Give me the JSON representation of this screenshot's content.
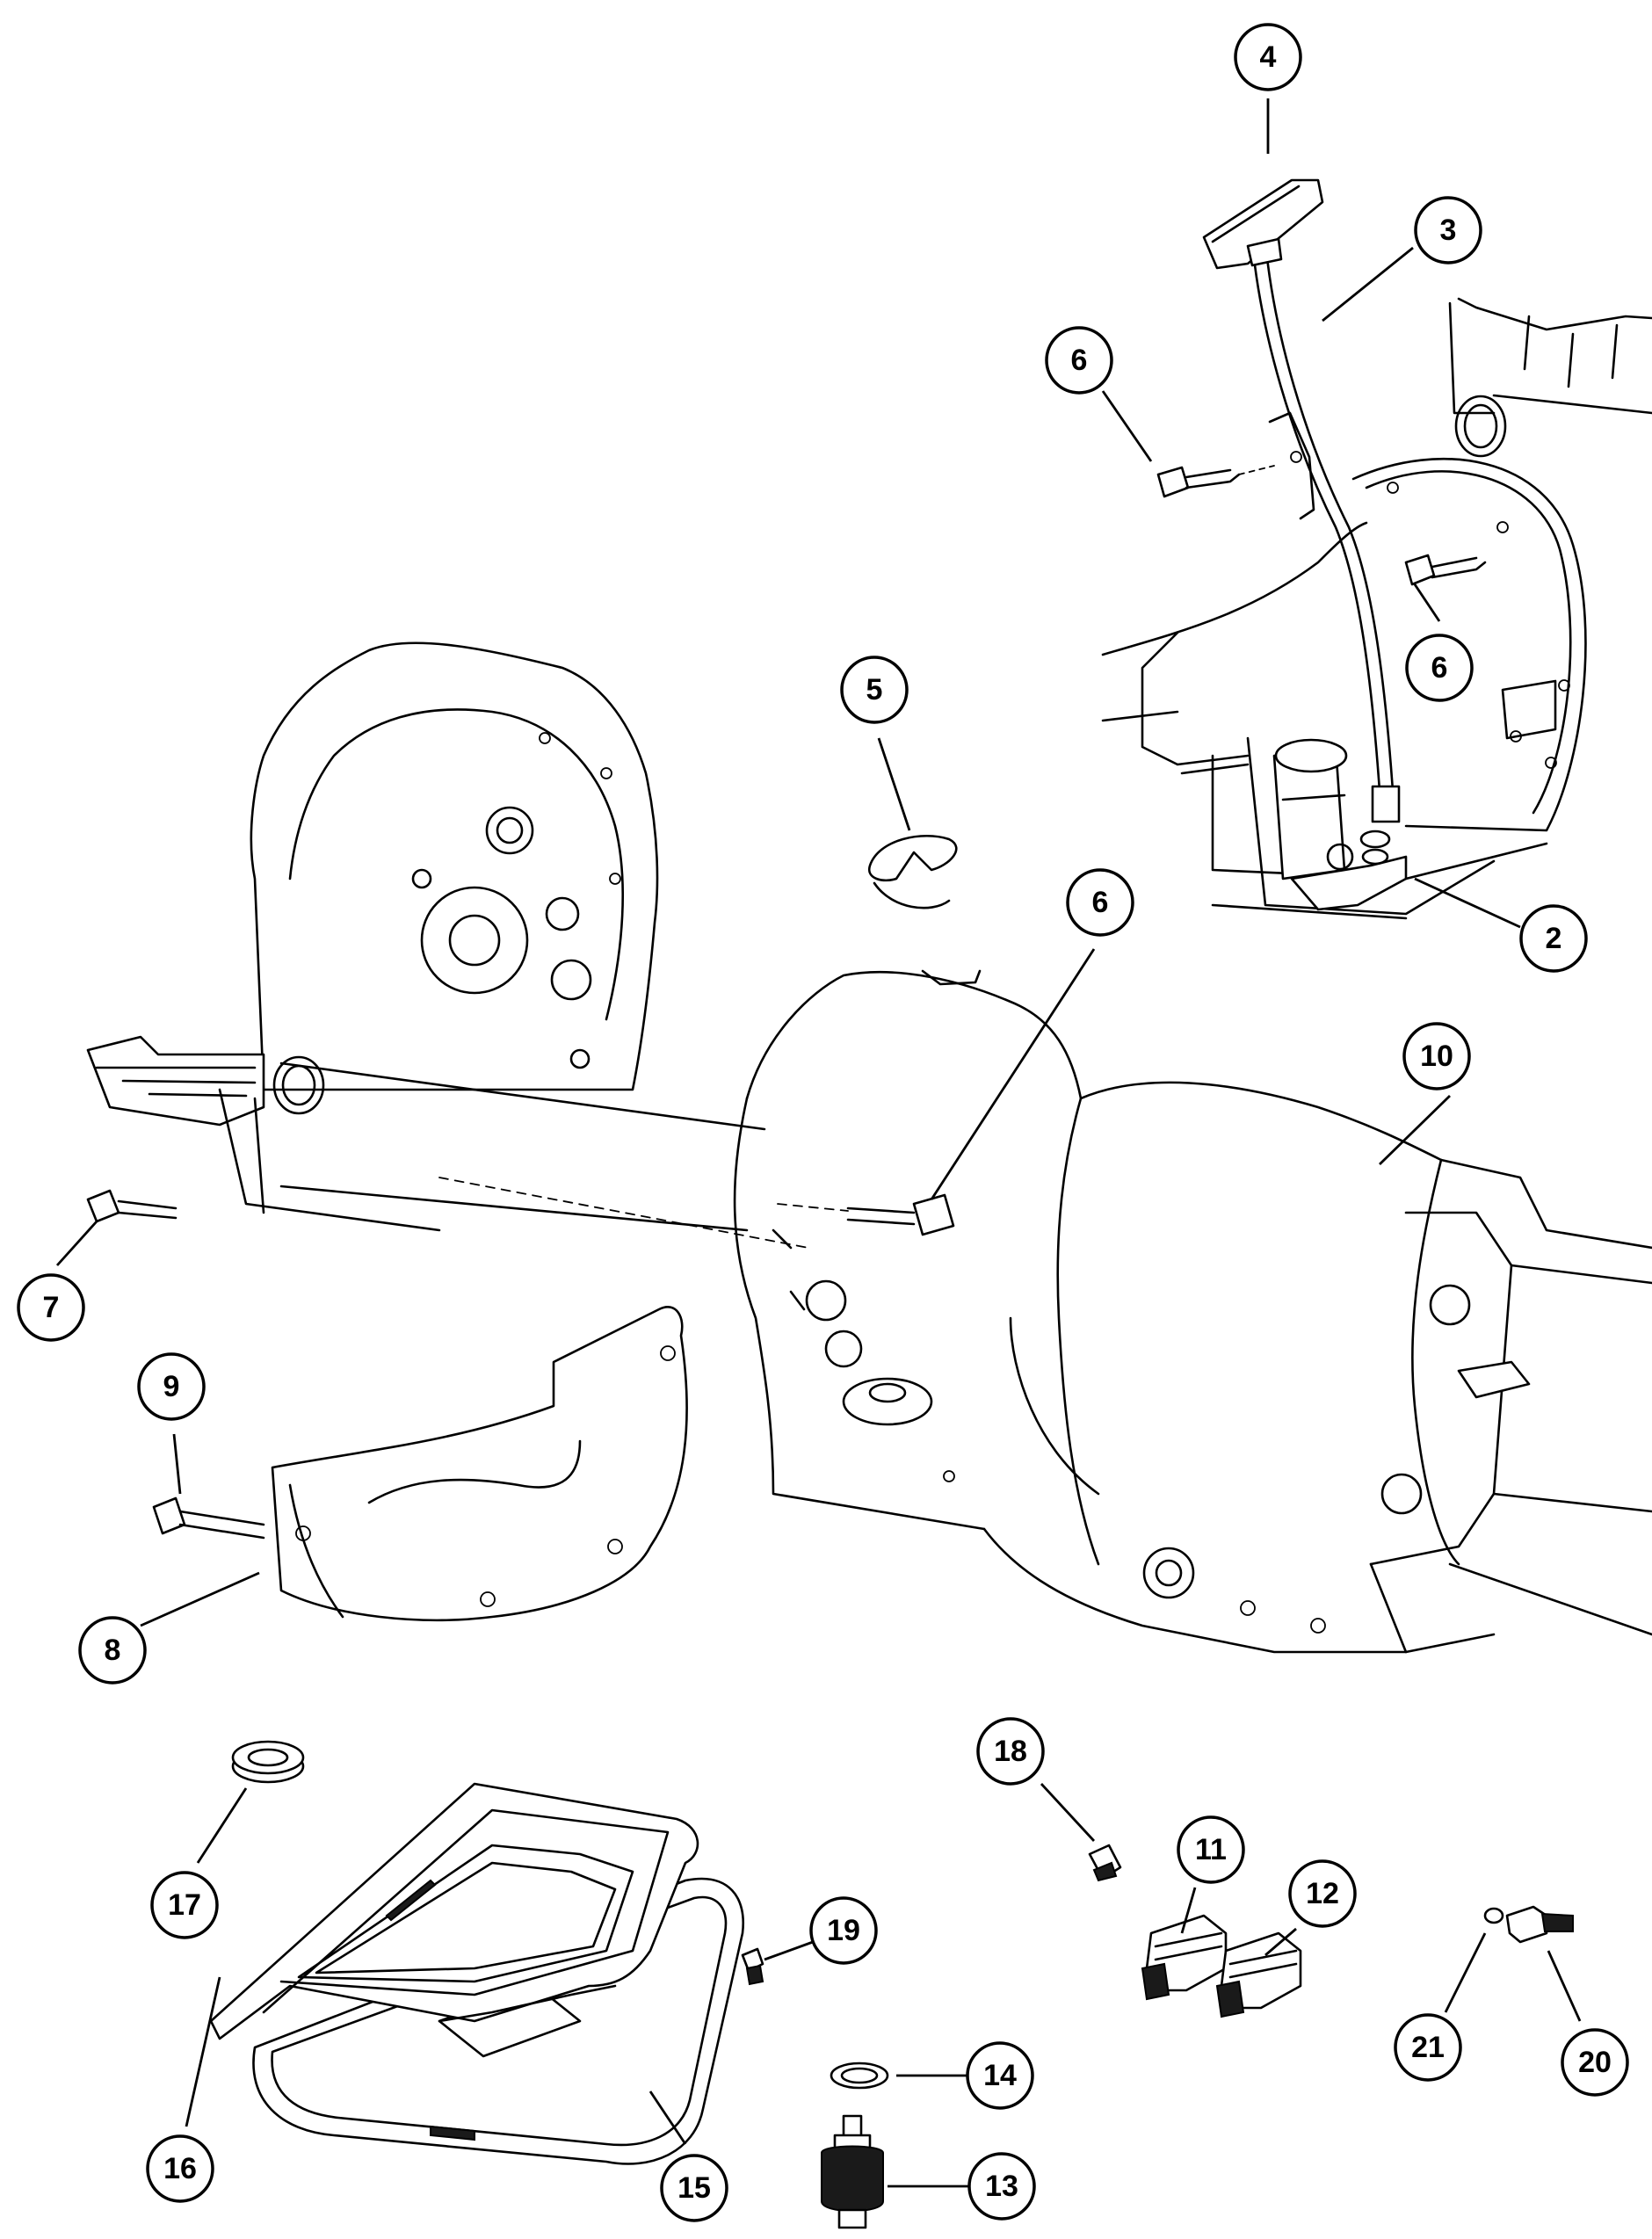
{
  "callouts": [
    {
      "id": "c4",
      "label": "4"
    },
    {
      "id": "c3",
      "label": "3"
    },
    {
      "id": "c6a",
      "label": "6"
    },
    {
      "id": "c6b",
      "label": "6"
    },
    {
      "id": "c5",
      "label": "5"
    },
    {
      "id": "c6c",
      "label": "6"
    },
    {
      "id": "c2",
      "label": "2"
    },
    {
      "id": "c10",
      "label": "10"
    },
    {
      "id": "c7",
      "label": "7"
    },
    {
      "id": "c9",
      "label": "9"
    },
    {
      "id": "c8",
      "label": "8"
    },
    {
      "id": "c18",
      "label": "18"
    },
    {
      "id": "c17",
      "label": "17"
    },
    {
      "id": "c11",
      "label": "11"
    },
    {
      "id": "c12",
      "label": "12"
    },
    {
      "id": "c19",
      "label": "19"
    },
    {
      "id": "c14",
      "label": "14"
    },
    {
      "id": "c21",
      "label": "21"
    },
    {
      "id": "c20",
      "label": "20"
    },
    {
      "id": "c16",
      "label": "16"
    },
    {
      "id": "c15",
      "label": "15"
    },
    {
      "id": "c13",
      "label": "13"
    }
  ]
}
